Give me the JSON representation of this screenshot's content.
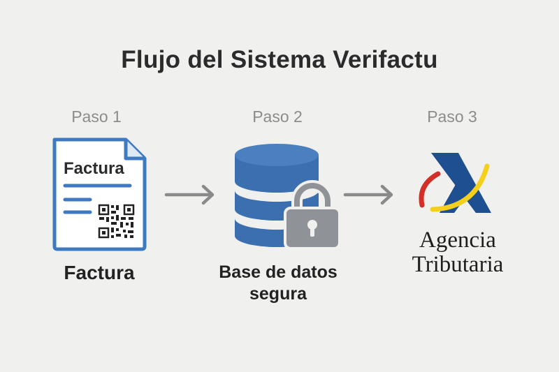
{
  "title": "Flujo del Sistema Verifactu",
  "steps": [
    {
      "label": "Paso 1",
      "icon": "invoice-document-icon",
      "icon_text": "Factura",
      "caption": "Factura"
    },
    {
      "label": "Paso 2",
      "icon": "secure-database-icon",
      "caption_line1": "Base de datos",
      "caption_line2": "segura"
    },
    {
      "label": "Paso 3",
      "icon": "agencia-tributaria-logo-icon",
      "logo_line1": "Agencia",
      "logo_line2": "Tributaria"
    }
  ],
  "colors": {
    "background": "#f0f0ef",
    "document_blue": "#3f79c0",
    "database_blue": "#3b6fb0",
    "lock_gray": "#8f9296",
    "arrow_gray": "#8a8a8a",
    "logo_navy": "#1d4f91",
    "logo_red": "#d22f27",
    "logo_yellow": "#f4d01c"
  }
}
